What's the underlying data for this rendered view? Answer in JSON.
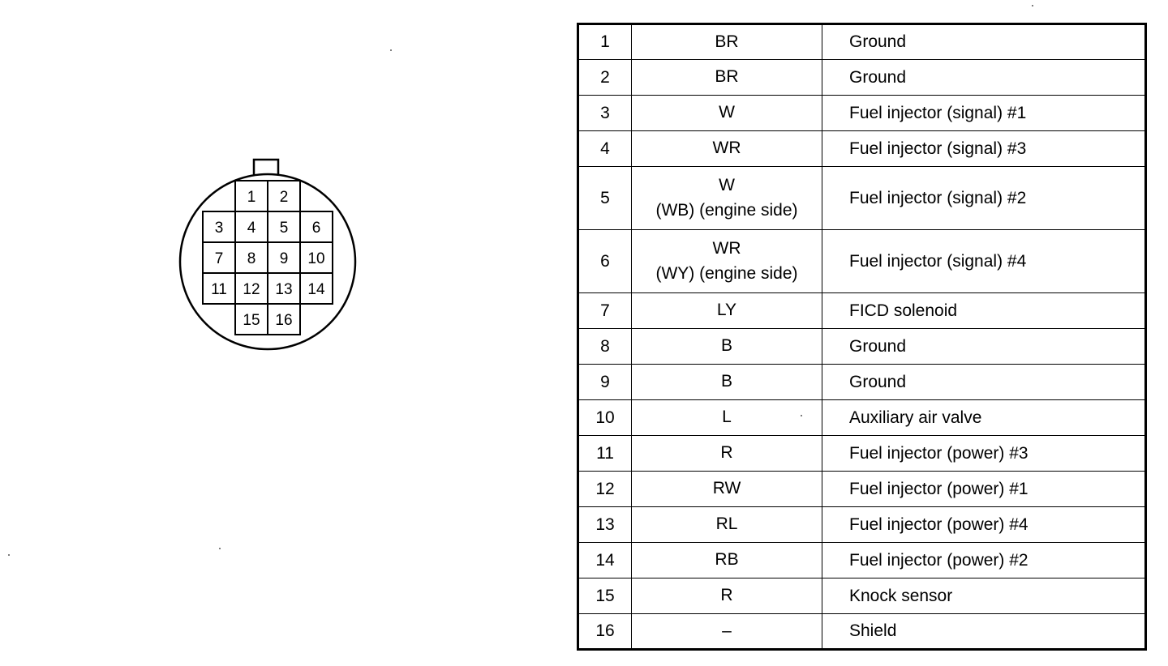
{
  "connector": {
    "pins": [
      {
        "label": "1",
        "row": 0,
        "col": 1
      },
      {
        "label": "2",
        "row": 0,
        "col": 2
      },
      {
        "label": "3",
        "row": 1,
        "col": 0
      },
      {
        "label": "4",
        "row": 1,
        "col": 1
      },
      {
        "label": "5",
        "row": 1,
        "col": 2
      },
      {
        "label": "6",
        "row": 1,
        "col": 3
      },
      {
        "label": "7",
        "row": 2,
        "col": 0
      },
      {
        "label": "8",
        "row": 2,
        "col": 1
      },
      {
        "label": "9",
        "row": 2,
        "col": 2
      },
      {
        "label": "10",
        "row": 2,
        "col": 3
      },
      {
        "label": "11",
        "row": 3,
        "col": 0
      },
      {
        "label": "12",
        "row": 3,
        "col": 1
      },
      {
        "label": "13",
        "row": 3,
        "col": 2
      },
      {
        "label": "14",
        "row": 3,
        "col": 3
      },
      {
        "label": "15",
        "row": 4,
        "col": 1
      },
      {
        "label": "16",
        "row": 4,
        "col": 2
      }
    ]
  },
  "table": {
    "rows": [
      {
        "pin": "1",
        "color": "BR",
        "color_note": "",
        "function": "Ground"
      },
      {
        "pin": "2",
        "color": "BR",
        "color_note": "",
        "function": "Ground"
      },
      {
        "pin": "3",
        "color": "W",
        "color_note": "",
        "function": "Fuel injector (signal) #1"
      },
      {
        "pin": "4",
        "color": "WR",
        "color_note": "",
        "function": "Fuel injector (signal) #3"
      },
      {
        "pin": "5",
        "color": "W",
        "color_note": "(WB) (engine side)",
        "function": "Fuel injector (signal) #2"
      },
      {
        "pin": "6",
        "color": "WR",
        "color_note": "(WY) (engine side)",
        "function": "Fuel injector (signal) #4"
      },
      {
        "pin": "7",
        "color": "LY",
        "color_note": "",
        "function": "FICD solenoid"
      },
      {
        "pin": "8",
        "color": "B",
        "color_note": "",
        "function": "Ground"
      },
      {
        "pin": "9",
        "color": "B",
        "color_note": "",
        "function": "Ground"
      },
      {
        "pin": "10",
        "color": "L",
        "color_note": "",
        "function": "Auxiliary air valve"
      },
      {
        "pin": "11",
        "color": "R",
        "color_note": "",
        "function": "Fuel injector (power) #3"
      },
      {
        "pin": "12",
        "color": "RW",
        "color_note": "",
        "function": "Fuel injector (power) #1"
      },
      {
        "pin": "13",
        "color": "RL",
        "color_note": "",
        "function": "Fuel injector (power) #4"
      },
      {
        "pin": "14",
        "color": "RB",
        "color_note": "",
        "function": "Fuel injector (power) #2"
      },
      {
        "pin": "15",
        "color": "R",
        "color_note": "",
        "function": "Knock sensor"
      },
      {
        "pin": "16",
        "color": "–",
        "color_note": "",
        "function": "Shield"
      }
    ]
  }
}
